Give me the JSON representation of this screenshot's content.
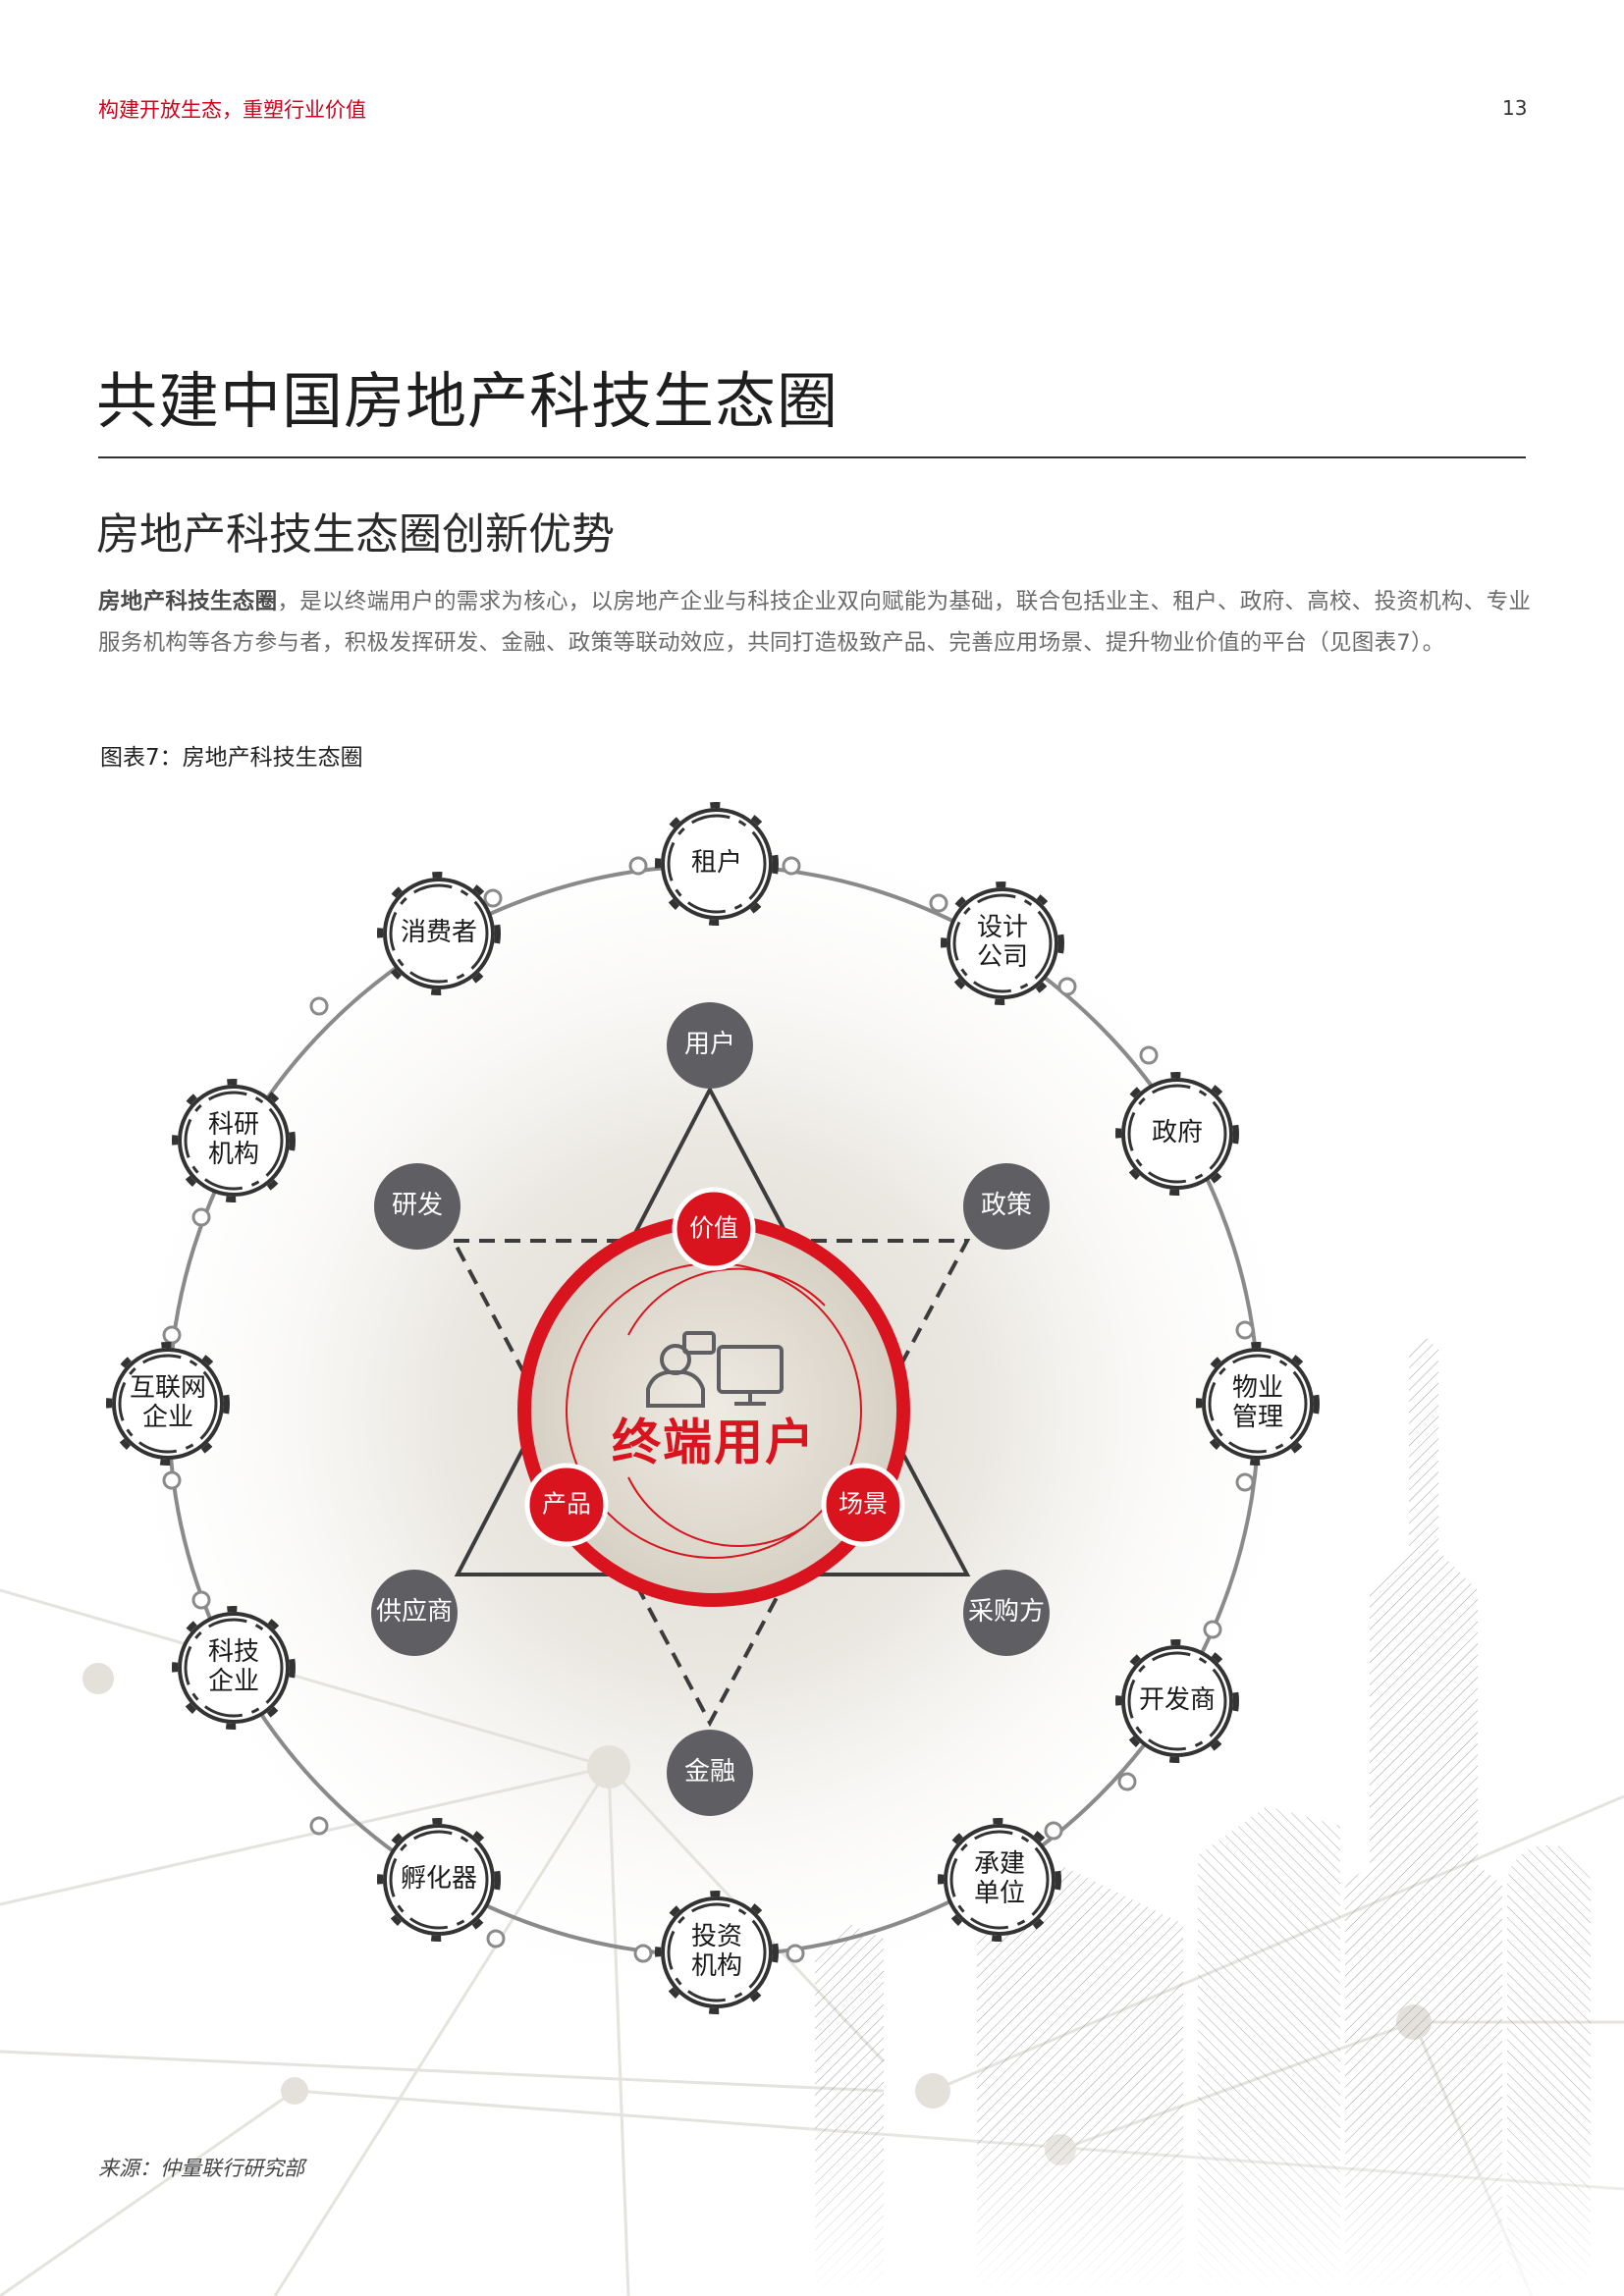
{
  "header": {
    "section_title": "构建开放生态，重塑行业价值",
    "page_number": "13"
  },
  "main": {
    "title": "共建中国房地产科技生态圈",
    "subtitle": "房地产科技生态圈创新优势",
    "paragraph": {
      "bold_lead": "房地产科技生态圈",
      "text": "，是以终端用户的需求为核心，以房地产企业与科技企业双向赋能为基础，联合包括业主、租户、政府、高校、投资机构、专业服务机构等各方参与者，积极发挥研发、金融、政策等联动效应，共同打造极致产品、完善应用场景、提升物业价值的平台（见图表7）。"
    },
    "figure_caption": "图表7：房地产科技生态圈",
    "source_note": "来源：仲量联行研究部"
  },
  "diagram": {
    "colors": {
      "accent_red": "#d9141e",
      "node_gray": "#5f5f63",
      "ring_gray": "#8a8a8a",
      "outer_node_stroke": "#333333"
    },
    "center": {
      "label": "终端用户",
      "icons": [
        "person-with-speech-bubble-icon",
        "monitor-icon"
      ]
    },
    "red_nodes": [
      {
        "label": "价值"
      },
      {
        "label": "产品"
      },
      {
        "label": "场景"
      }
    ],
    "inner_nodes": [
      {
        "label": "用户"
      },
      {
        "label": "研发"
      },
      {
        "label": "政策"
      },
      {
        "label": "供应商"
      },
      {
        "label": "采购方"
      },
      {
        "label": "金融"
      }
    ],
    "outer_nodes": [
      {
        "line1": "租户",
        "line2": ""
      },
      {
        "line1": "设计",
        "line2": "公司"
      },
      {
        "line1": "政府",
        "line2": ""
      },
      {
        "line1": "物业",
        "line2": "管理"
      },
      {
        "line1": "开发商",
        "line2": ""
      },
      {
        "line1": "承建",
        "line2": "单位"
      },
      {
        "line1": "投资",
        "line2": "机构"
      },
      {
        "line1": "孵化器",
        "line2": ""
      },
      {
        "line1": "科技",
        "line2": "企业"
      },
      {
        "line1": "互联网",
        "line2": "企业"
      },
      {
        "line1": "科研",
        "line2": "机构"
      },
      {
        "line1": "消费者",
        "line2": ""
      }
    ]
  }
}
